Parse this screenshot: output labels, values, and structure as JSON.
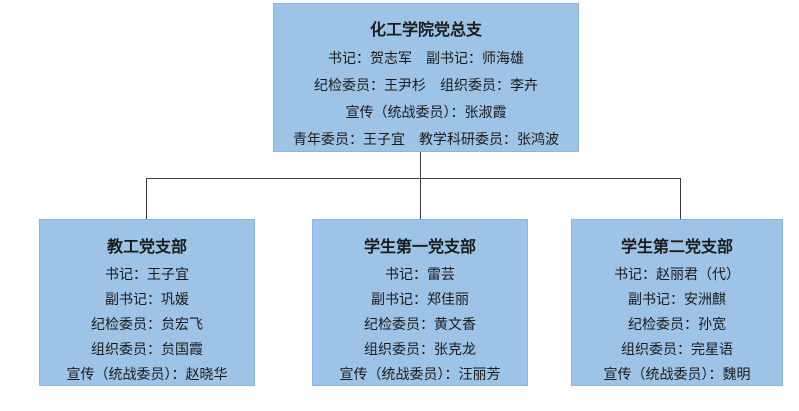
{
  "colors": {
    "box_fill": "#9DC3E6",
    "box_border": "#8AB5E0",
    "connector_line": "#3C3C3C",
    "text": "#1B1B1B",
    "background": "#FFFFFF"
  },
  "chart": {
    "type": "org-chart",
    "root": {
      "title": "化工学院党总支",
      "lines": [
        "书记：贺志军　副书记：师海雄",
        "纪检委员：王尹杉　组织委员：李卉",
        "宣传（统战委员）：张淑霞",
        "青年委员：王子宜　教学科研委员：张鸿波"
      ]
    },
    "branches": [
      {
        "title": "教工党支部",
        "lines": [
          "书记：王子宜",
          "副书记：巩媛",
          "纪检委员：贠宏飞",
          "组织委员：贠国霞",
          "宣传（统战委员）：赵晓华"
        ]
      },
      {
        "title": "学生第一党支部",
        "lines": [
          "书记：雷芸",
          "副书记：郑佳丽",
          "纪检委员：黄文香",
          "组织委员：张克龙",
          "宣传（统战委员）：汪丽芳"
        ]
      },
      {
        "title": "学生第二党支部",
        "lines": [
          "书记：赵丽君（代）",
          "副书记：安洲麒",
          "纪检委员：孙宽",
          "组织委员：完星语",
          "宣传（统战委员）：魏明"
        ]
      }
    ]
  }
}
